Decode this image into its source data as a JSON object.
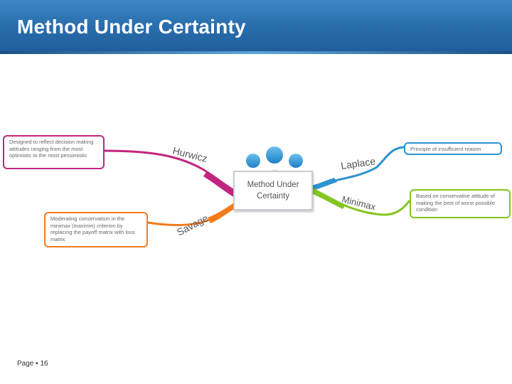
{
  "slide": {
    "title": "Method Under Certainty",
    "page_label": "Page ▪ 16"
  },
  "mindmap": {
    "center": "Method Under Certainty",
    "center_icon": "people-group-icon",
    "branches": {
      "hurwicz": {
        "label": "Hurwicz",
        "color": "#c2257f",
        "note": "Designed to reflect decision making attitudes ranging from the most optimistic to the most pessimistic"
      },
      "savage": {
        "label": "Savage",
        "color": "#f17b1d",
        "note": "Moderating conservatism in the minimax (maximin) criterion by replacing the payoff matrix with loss matrix"
      },
      "laplace": {
        "label": "Laplace",
        "color": "#2b93d0",
        "note": "Principle of insufficient reason"
      },
      "minimax": {
        "label": "Minimax",
        "color": "#84c51f",
        "note": "Based on conservative attitude of making the best of worst possible condition"
      }
    }
  }
}
